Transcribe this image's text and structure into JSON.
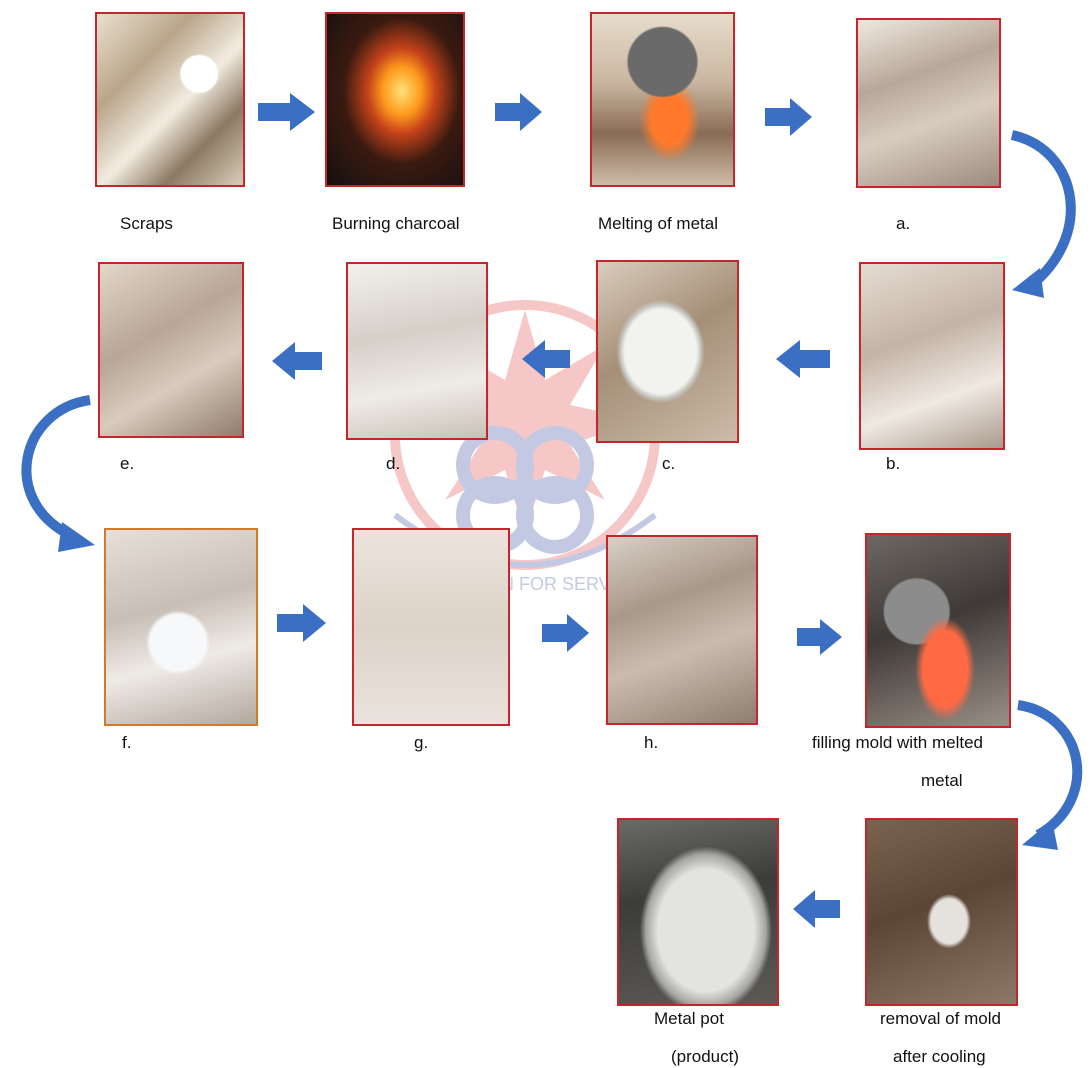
{
  "steps": {
    "scraps": "Scraps",
    "charcoal": "Burning charcoal",
    "melting": "Melting of metal",
    "a": "a.",
    "b": "b.",
    "c": "c.",
    "d": "d.",
    "e": "e.",
    "f": "f.",
    "g": "g.",
    "h": "h.",
    "filling_line1": "filling mold with melted",
    "filling_line2": "metal",
    "removal_line1": "removal of mold",
    "removal_line2": "after cooling",
    "pot_line1": "Metal pot",
    "pot_line2": "(product)"
  },
  "watermark": {
    "text": "EDUCATION FOR SERVICE"
  },
  "colors": {
    "arrow": "#3a6fc4",
    "frame": "#c8242b",
    "watermark_red": "#e23a3a",
    "watermark_blue": "#2f3f9e"
  }
}
